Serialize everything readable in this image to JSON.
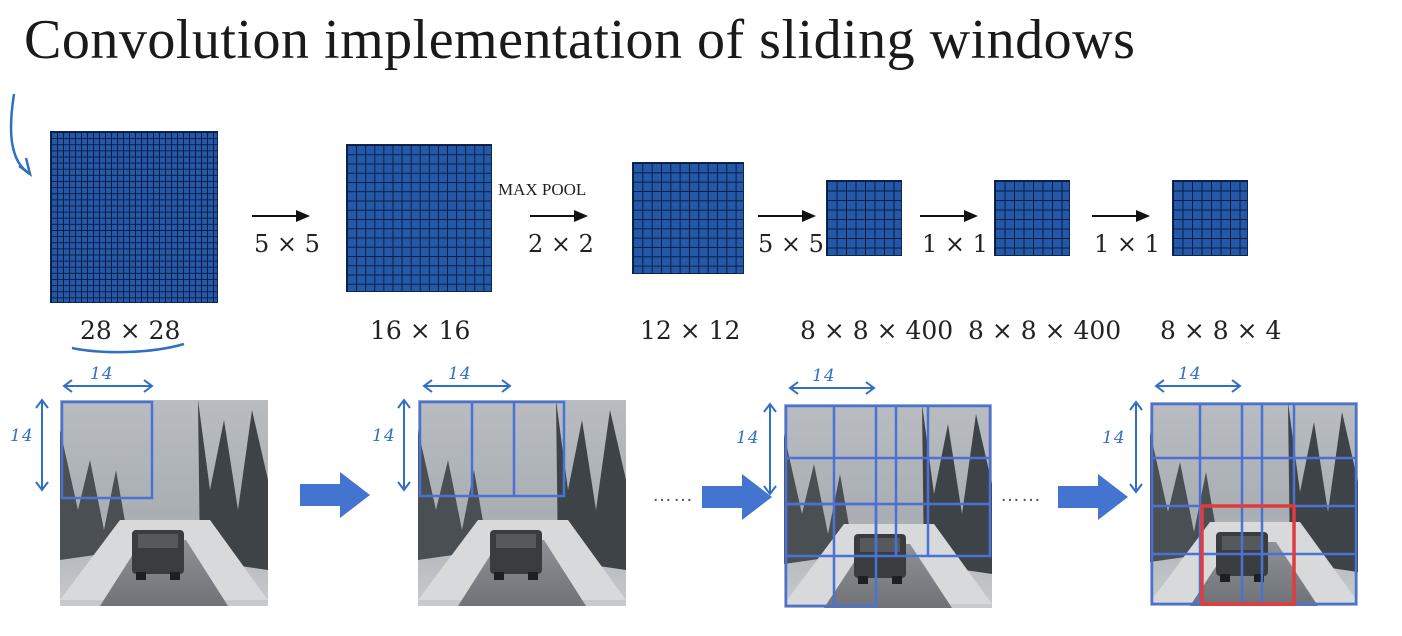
{
  "title": "Convolution implementation of sliding windows",
  "pipeline": {
    "layers": [
      {
        "dims": "28 × 28",
        "cells": 28
      },
      {
        "dims": "16 × 16",
        "cells": 16
      },
      {
        "dims": "12 × 12",
        "cells": 12
      },
      {
        "dims": "8 × 8 × 400",
        "cells": 8
      },
      {
        "dims": "8 × 8 × 400",
        "cells": 8
      },
      {
        "dims": "8 × 8 × 4",
        "cells": 8
      }
    ],
    "ops": [
      {
        "label": "5 × 5"
      },
      {
        "label": "2 × 2",
        "caption": "MAX POOL"
      },
      {
        "label": "5 × 5"
      },
      {
        "label": "1 × 1"
      },
      {
        "label": "1 × 1"
      }
    ]
  },
  "annotations": {
    "window_width": "14",
    "window_height": "14",
    "ellipsis": "……"
  },
  "colors": {
    "feature_map": "#2359a6",
    "window_outline": "#4a72d6",
    "detection_box": "#e23b3b",
    "flow_arrow": "#4374cf",
    "handwriting": "#2f6fc4"
  }
}
